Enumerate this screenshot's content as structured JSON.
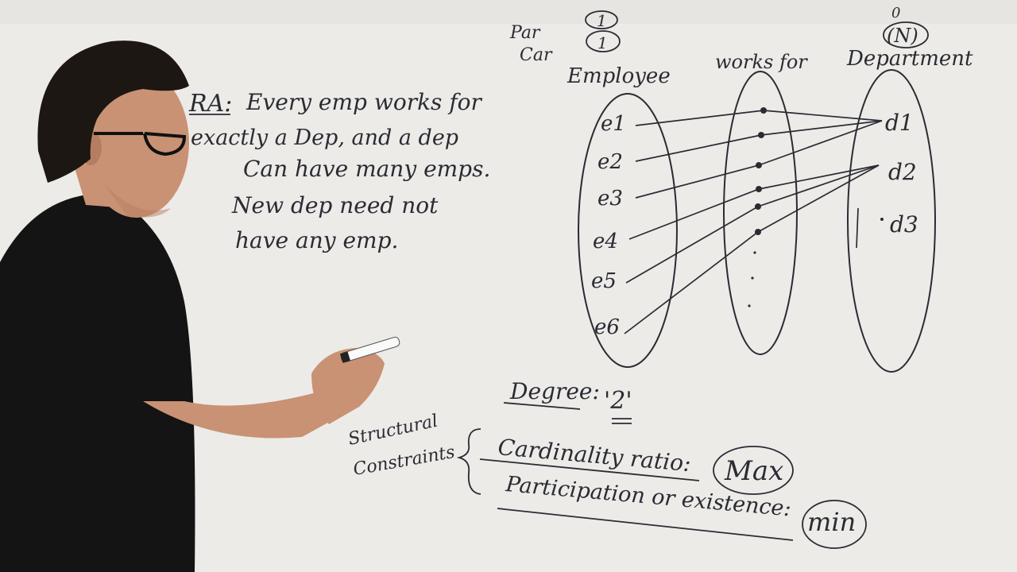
{
  "board": {
    "ra_label": "RA:",
    "ra_line1": "Every emp works for",
    "ra_line2": "exactly a Dep, and a dep",
    "ra_line3": "Can have many emps.",
    "ra_line4": "New dep need not",
    "ra_line5": "have any emp.",
    "par_label": "Par",
    "car_label": "Car",
    "par_value": "1",
    "car_value": "1",
    "dept_top_value": "0",
    "dept_car_value": "(N)",
    "entity_left": "Employee",
    "relationship": "works for",
    "entity_right": "Department",
    "employees": [
      "e1",
      "e2",
      "e3",
      "e4",
      "e5",
      "e6"
    ],
    "departments": [
      "d1",
      "d2",
      "d3"
    ],
    "degree_label": "Degree:",
    "degree_value": "'2'",
    "structural_label_1": "Structural",
    "structural_label_2": "Constraints",
    "cardinality_label": "Cardinality ratio:",
    "cardinality_value": "Max",
    "participation_label": "Participation or existence:",
    "participation_value": "min"
  },
  "colors": {
    "board": "#ecebe8",
    "ink": "#2b2b33",
    "shirt": "#141414",
    "skin": "#c99274",
    "hair": "#1c1713"
  }
}
